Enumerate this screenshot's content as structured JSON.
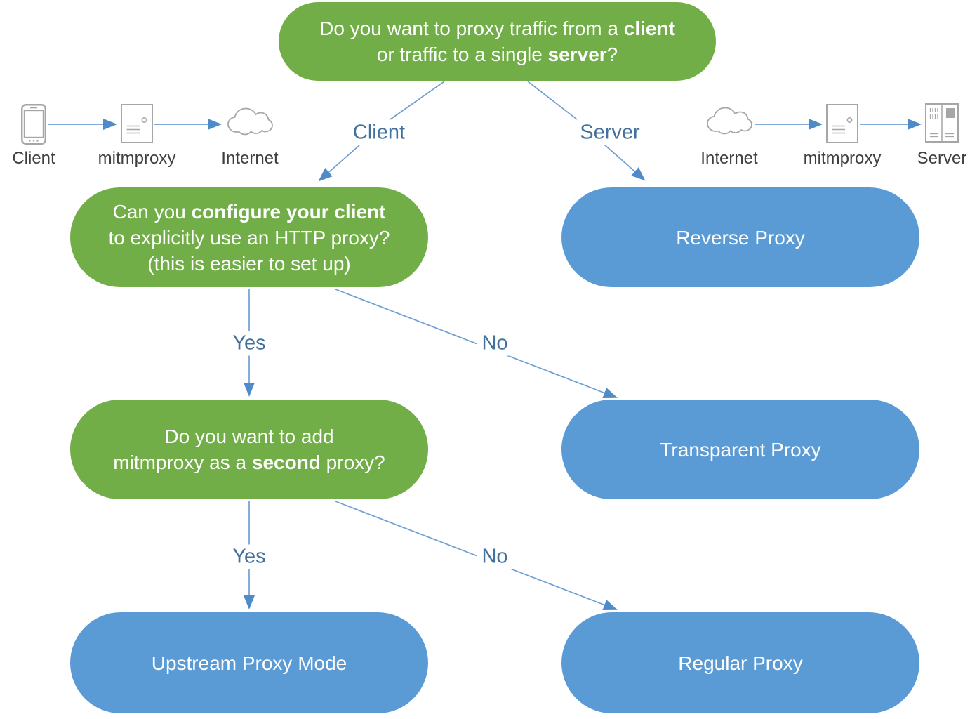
{
  "colors": {
    "green": "#72ae48",
    "blue": "#5b9bd5",
    "connector": "#6f9fd4",
    "arrowhead": "#4e8bc8",
    "branch_label": "#41719c",
    "caption": "#3f3f3f",
    "icon_stroke": "#a6a6a6",
    "box_text": "#ffffff"
  },
  "root_question": {
    "lines": [
      [
        {
          "t": "Do you want to proxy traffic from a "
        },
        {
          "t": "client",
          "b": true
        }
      ],
      [
        {
          "t": "or traffic to a single "
        },
        {
          "t": "server",
          "b": true
        },
        {
          "t": "?"
        }
      ]
    ]
  },
  "client_question": {
    "lines": [
      [
        {
          "t": "Can you "
        },
        {
          "t": "configure your client",
          "b": true
        }
      ],
      [
        {
          "t": "to explicitly use an HTTP proxy?"
        }
      ],
      [
        {
          "t": "(this is easier to set up)"
        }
      ]
    ]
  },
  "second_question": {
    "lines": [
      [
        {
          "t": "Do you want to add"
        }
      ],
      [
        {
          "t": "mitmproxy as a "
        },
        {
          "t": "second",
          "b": true
        },
        {
          "t": " proxy?"
        }
      ]
    ]
  },
  "results": {
    "reverse": "Reverse Proxy",
    "transparent": "Transparent Proxy",
    "upstream": "Upstream Proxy Mode",
    "regular": "Regular Proxy"
  },
  "branches": {
    "client": "Client",
    "server": "Server",
    "yes1": "Yes",
    "no1": "No",
    "yes2": "Yes",
    "no2": "No"
  },
  "icon_flows": {
    "left": {
      "items": [
        {
          "icon": "smartphone",
          "label": "Client"
        },
        {
          "icon": "server-tower",
          "label": "mitmproxy"
        },
        {
          "icon": "cloud",
          "label": "Internet"
        }
      ]
    },
    "right": {
      "items": [
        {
          "icon": "cloud",
          "label": "Internet"
        },
        {
          "icon": "server-tower",
          "label": "mitmproxy"
        },
        {
          "icon": "server-rack",
          "label": "Server"
        }
      ]
    }
  }
}
